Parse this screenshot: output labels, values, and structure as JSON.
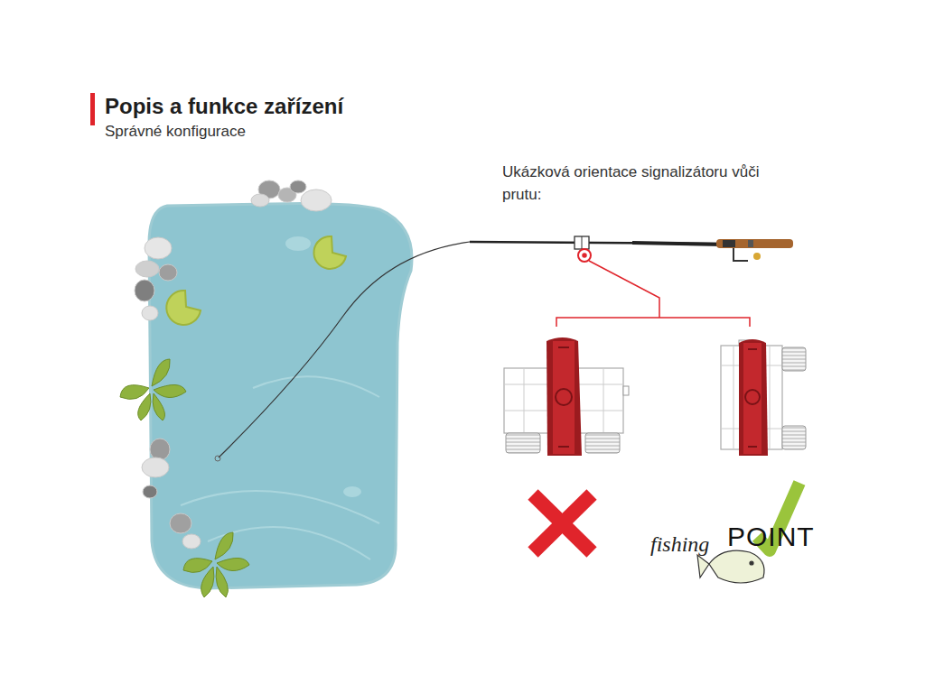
{
  "diagram": {
    "title": "Popis a funkce zařízení",
    "labels": [
      "Správné konfigurace",
      "Ukázková orientace signalizátoru vůči prutu:",
      "fishing",
      "POINT"
    ]
  }
}
